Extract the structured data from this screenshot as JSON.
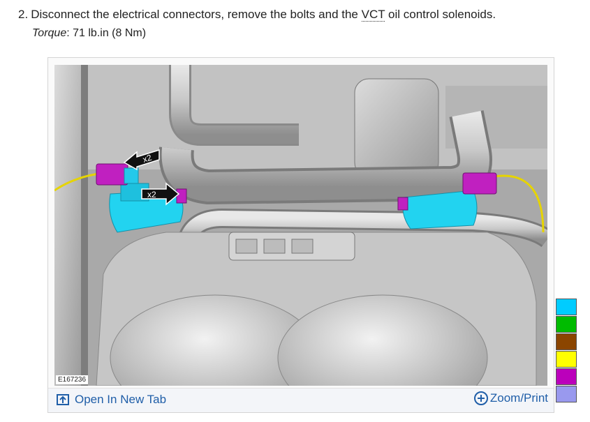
{
  "step": {
    "number": "2.",
    "text_before": "Disconnect the electrical connectors, remove the bolts and the ",
    "abbr": "VCT",
    "text_after": " oil control solenoids."
  },
  "torque": {
    "label": "Torque",
    "sep": ":",
    "value": " 71 lb.in (8 Nm)"
  },
  "figure": {
    "id": "E167236",
    "callout_left": "x2",
    "callout_center": "x2",
    "open_tab_label": "Open In New Tab",
    "zoom_label": "Zoom/Print"
  },
  "legend": {
    "colors": [
      "#00ccff",
      "#00bb00",
      "#8b4500",
      "#ffff00",
      "#bb00bb",
      "#9999ee"
    ]
  }
}
